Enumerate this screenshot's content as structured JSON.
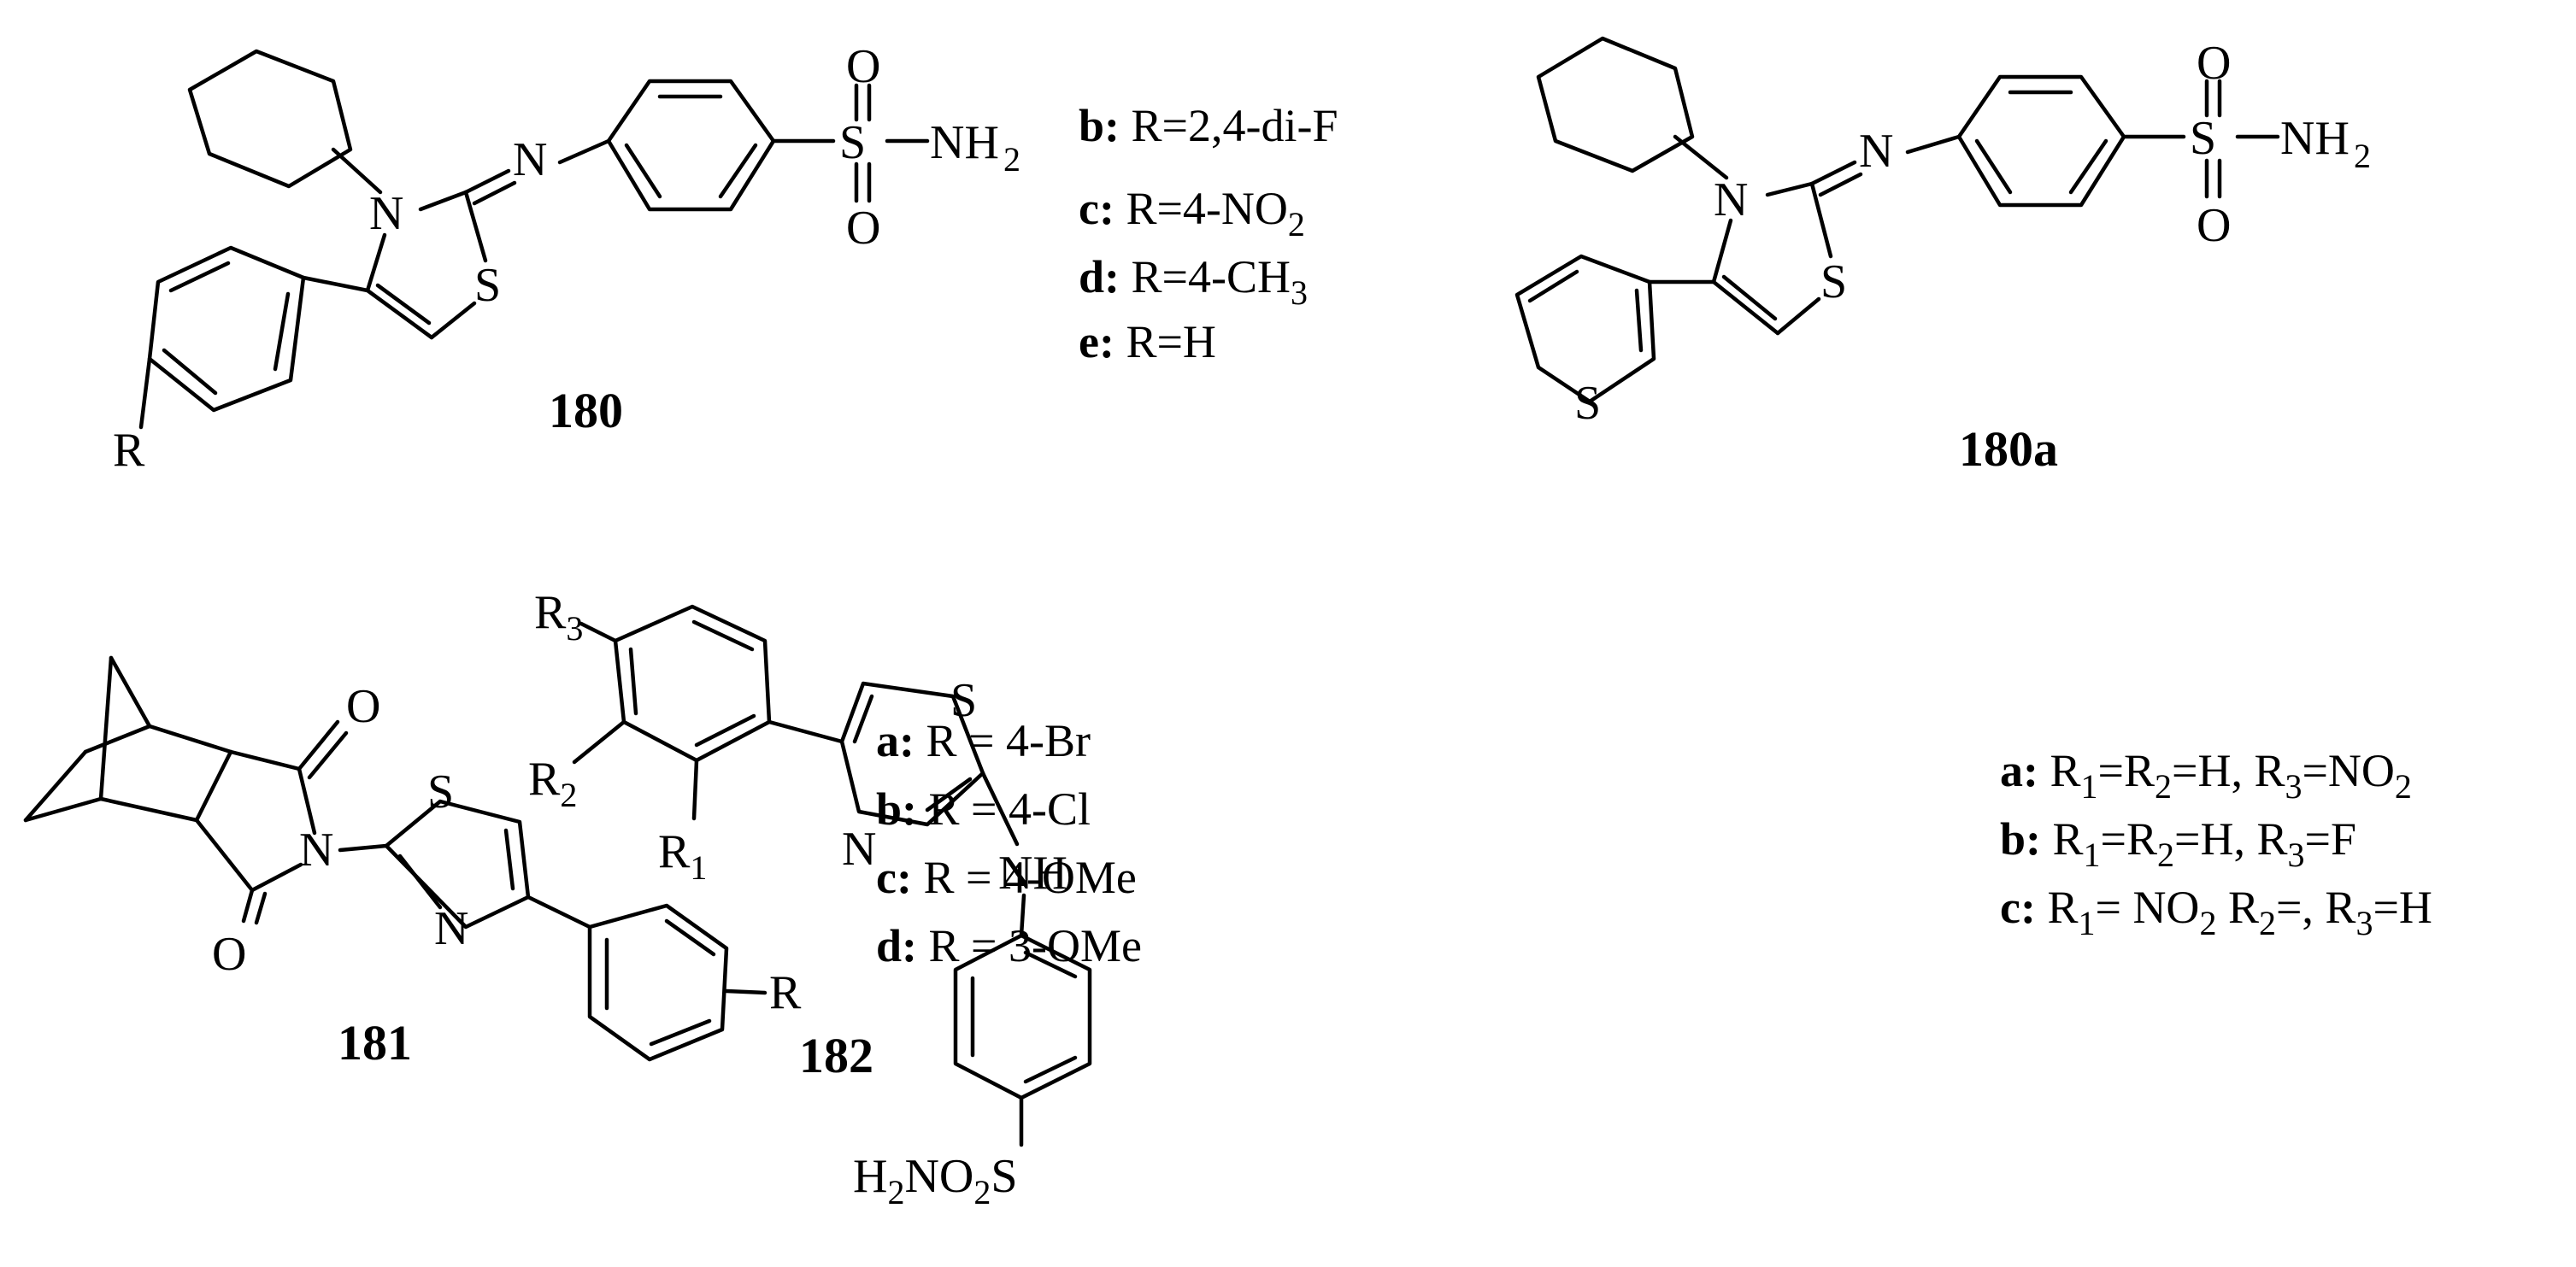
{
  "structures": [
    {
      "id": "180",
      "atom_labels": [
        "N",
        "N",
        "S",
        "S",
        "O",
        "O",
        "NH",
        "2",
        "R"
      ],
      "options": [
        {
          "key": "b:",
          "text": "R=2,4-di-F"
        },
        {
          "key": "c:",
          "text": "R=4-NO",
          "sub": "2"
        },
        {
          "key": "d:",
          "text": "R=4-CH",
          "sub": "3"
        },
        {
          "key": "e:",
          "text": "R=H"
        }
      ]
    },
    {
      "id": "180a",
      "atom_labels": [
        "N",
        "N",
        "S",
        "S",
        "O",
        "O",
        "NH",
        "2",
        "S"
      ]
    },
    {
      "id": "181",
      "atom_labels": [
        "O",
        "O",
        "N",
        "S",
        "N",
        "R"
      ],
      "options": [
        {
          "key": "a:",
          "text": "R = 4-Br"
        },
        {
          "key": "b:",
          "text": "R = 4-Cl"
        },
        {
          "key": "c:",
          "text": "R = 4-OMe"
        },
        {
          "key": "d:",
          "text": "R = 3-OMe"
        }
      ]
    },
    {
      "id": "182",
      "atom_labels": [
        "R",
        "3",
        "R",
        "2",
        "R",
        "1",
        "S",
        "N",
        "NH",
        "S",
        "H",
        "2",
        "NO",
        "2"
      ],
      "options": [
        {
          "key": "a:",
          "parts": [
            "R",
            "1",
            "=R",
            "2",
            "=H, R",
            "3",
            "=NO",
            "2"
          ]
        },
        {
          "key": "b:",
          "parts": [
            "R",
            "1",
            "=R",
            "2",
            "=H, R",
            "3",
            "=F"
          ]
        },
        {
          "key": "c:",
          "parts": [
            "R",
            "1",
            "=  NO",
            "2",
            " R",
            "2",
            "=, R",
            "3",
            "=H"
          ]
        }
      ]
    }
  ]
}
